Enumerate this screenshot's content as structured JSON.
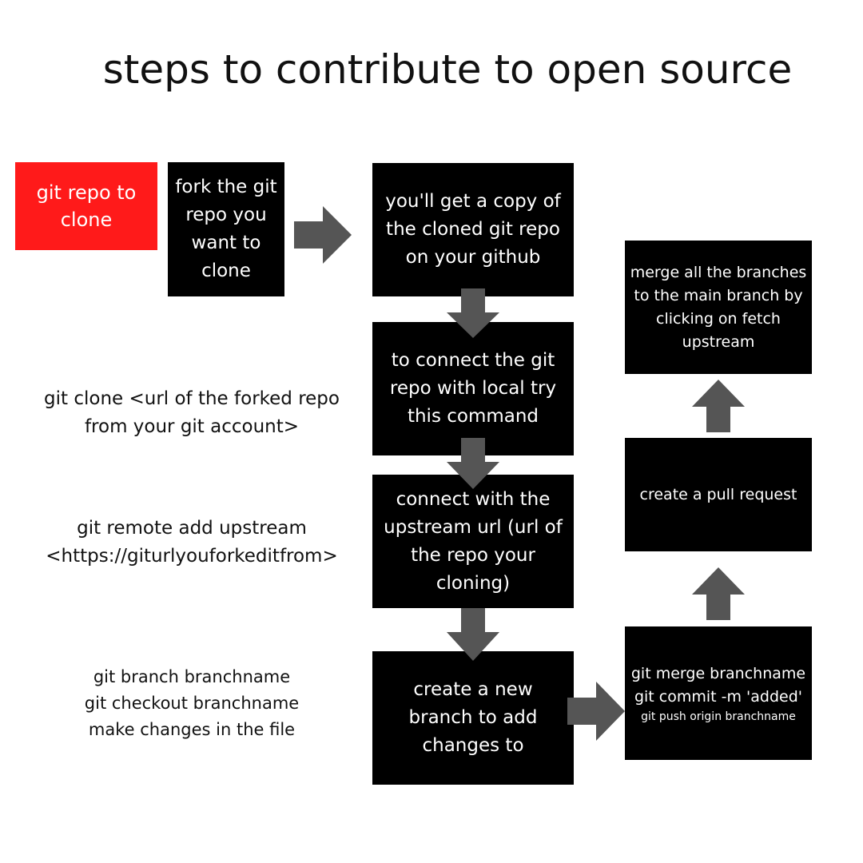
{
  "title": "steps to contribute to open source",
  "colors": {
    "box_bg": "#000000",
    "box_text": "#ffffff",
    "start_box_bg": "#ff1a1a",
    "arrow": "#555555",
    "background": "#ffffff"
  },
  "steps": {
    "start": "git repo to clone",
    "fork": "fork the git repo you want to clone",
    "copy": "you'll get a copy of the cloned git repo on your github",
    "connect_local": "to connect the git repo with local try this command",
    "upstream": "connect with the upstream url (url of the repo your cloning)",
    "new_branch": "create a new branch to add changes to",
    "commit_line1": "git merge branchname",
    "commit_line2": "git commit -m 'added'",
    "commit_line3": "git push origin branchname",
    "pull_request": "create a pull request",
    "merge": "merge all the branches to the main branch by clicking on fetch upstream"
  },
  "notes": {
    "clone_line1": "git clone <url of the forked repo",
    "clone_line2": "from your git account>",
    "remote_line1": "git remote add upstream",
    "remote_line2": "<https://giturlyouforkeditfrom>",
    "branch_line1": "git branch branchname",
    "branch_line2": "git checkout branchname",
    "branch_line3": "make changes in the file"
  }
}
